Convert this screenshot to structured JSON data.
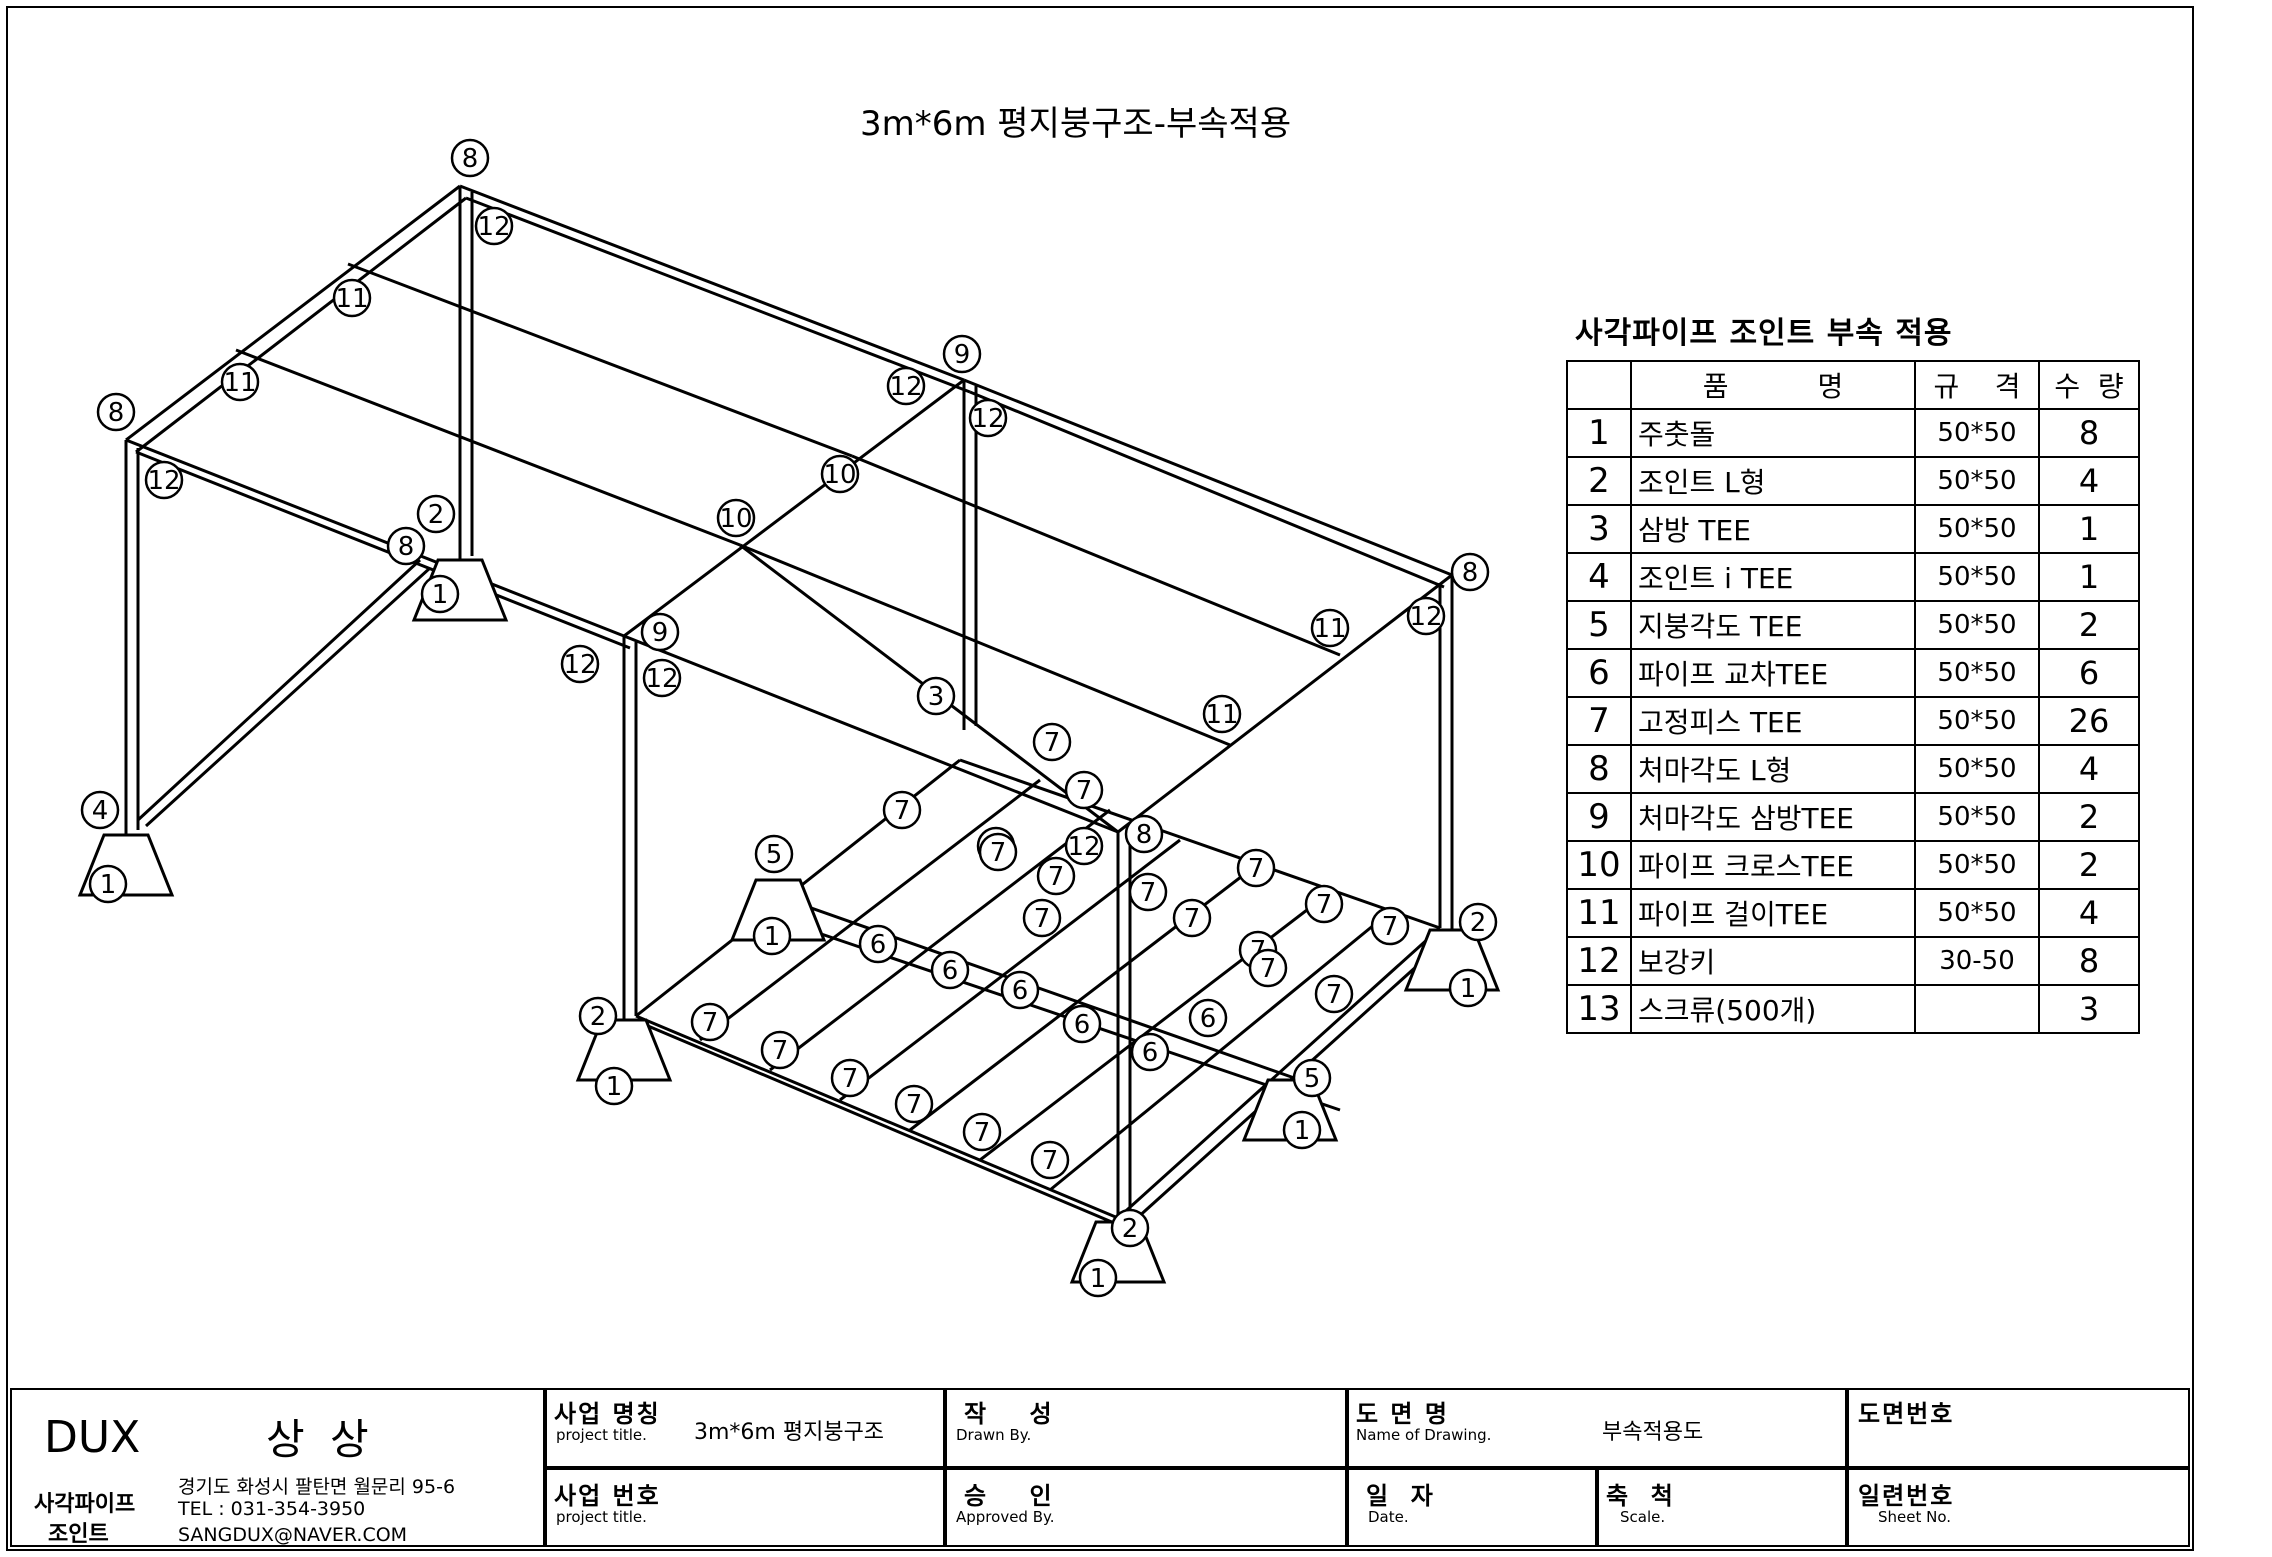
{
  "drawing_title": "3m*6m 평지붕구조-부속적용",
  "bom": {
    "title": "사각파이프 조인트 부속 적용",
    "headers": {
      "name": "품          명",
      "spec": "규    격",
      "qty": "수  량"
    },
    "rows": [
      {
        "no": "1",
        "name": "주춧돌",
        "spec": "50*50",
        "qty": "8"
      },
      {
        "no": "2",
        "name": "조인트 L형",
        "spec": "50*50",
        "qty": "4"
      },
      {
        "no": "3",
        "name": "삼방 TEE",
        "spec": "50*50",
        "qty": "1"
      },
      {
        "no": "4",
        "name": "조인트 i TEE",
        "spec": "50*50",
        "qty": "1"
      },
      {
        "no": "5",
        "name": "지붕각도 TEE",
        "spec": "50*50",
        "qty": "2"
      },
      {
        "no": "6",
        "name": "파이프 교차TEE",
        "spec": "50*50",
        "qty": "6"
      },
      {
        "no": "7",
        "name": "고정피스 TEE",
        "spec": "50*50",
        "qty": "26"
      },
      {
        "no": "8",
        "name": "처마각도 L형",
        "spec": "50*50",
        "qty": "4"
      },
      {
        "no": "9",
        "name": "처마각도 삼방TEE",
        "spec": "50*50",
        "qty": "2"
      },
      {
        "no": "10",
        "name": "파이프 크로스TEE",
        "spec": "50*50",
        "qty": "2"
      },
      {
        "no": "11",
        "name": "파이프 걸이TEE",
        "spec": "50*50",
        "qty": "4"
      },
      {
        "no": "12",
        "name": "보강키",
        "spec": "30-50",
        "qty": "8"
      },
      {
        "no": "13",
        "name": "스크류(500개)",
        "spec": "",
        "qty": "3"
      }
    ]
  },
  "balloons": [
    {
      "n": "8"
    },
    {
      "n": "12"
    },
    {
      "n": "11"
    },
    {
      "n": "11"
    },
    {
      "n": "8"
    },
    {
      "n": "12"
    },
    {
      "n": "9"
    },
    {
      "n": "12"
    },
    {
      "n": "12"
    },
    {
      "n": "10"
    },
    {
      "n": "10"
    },
    {
      "n": "2"
    },
    {
      "n": "8"
    },
    {
      "n": "1"
    },
    {
      "n": "8"
    },
    {
      "n": "12"
    },
    {
      "n": "11"
    },
    {
      "n": "9"
    },
    {
      "n": "12"
    },
    {
      "n": "12"
    },
    {
      "n": "11"
    },
    {
      "n": "3"
    },
    {
      "n": "4"
    },
    {
      "n": "1"
    },
    {
      "n": "7"
    },
    {
      "n": "7"
    },
    {
      "n": "7"
    },
    {
      "n": "7"
    },
    {
      "n": "12"
    },
    {
      "n": "8"
    },
    {
      "n": "7"
    },
    {
      "n": "5"
    },
    {
      "n": "1"
    },
    {
      "n": "6"
    },
    {
      "n": "6"
    },
    {
      "n": "7"
    },
    {
      "n": "7"
    },
    {
      "n": "7"
    },
    {
      "n": "7"
    },
    {
      "n": "7"
    },
    {
      "n": "7"
    },
    {
      "n": "7"
    },
    {
      "n": "2"
    },
    {
      "n": "1"
    },
    {
      "n": "2"
    },
    {
      "n": "1"
    },
    {
      "n": "7"
    },
    {
      "n": "7"
    },
    {
      "n": "6"
    },
    {
      "n": "6"
    },
    {
      "n": "6"
    },
    {
      "n": "6"
    },
    {
      "n": "7"
    },
    {
      "n": "7"
    },
    {
      "n": "7"
    },
    {
      "n": "7"
    },
    {
      "n": "7"
    },
    {
      "n": "5"
    },
    {
      "n": "1"
    },
    {
      "n": "2"
    },
    {
      "n": "1"
    },
    {
      "n": "7"
    },
    {
      "n": "7"
    }
  ],
  "title_block": {
    "company": "DUX",
    "company_kr": "상 상",
    "subtitle_1": "사각파이프",
    "subtitle_2": "조인트",
    "address": "경기도 화성시 팔탄면 월문리 95-6",
    "tel": "TEL : 031-354-3950",
    "email": "SANGDUX@NAVER.COM",
    "project_name_kr": "사업 명칭",
    "project_name_en": "project title.",
    "project_name_value": "3m*6m 평지붕구조",
    "project_no_kr": "사업 번호",
    "project_no_en": "project title.",
    "drawn_kr": "작    성",
    "drawn_en": "Drawn By.",
    "approved_kr": "승    인",
    "approved_en": "Approved By.",
    "drawing_name_kr": "도 면 명",
    "drawing_name_en": "Name of Drawing.",
    "drawing_name_value": "부속적용도",
    "date_kr": "일  자",
    "date_en": "Date.",
    "scale_kr": "축  척",
    "scale_en": "Scale.",
    "drawing_no_kr": "도면번호",
    "sheet_no_kr": "일련번호",
    "sheet_no_en": "Sheet No."
  }
}
